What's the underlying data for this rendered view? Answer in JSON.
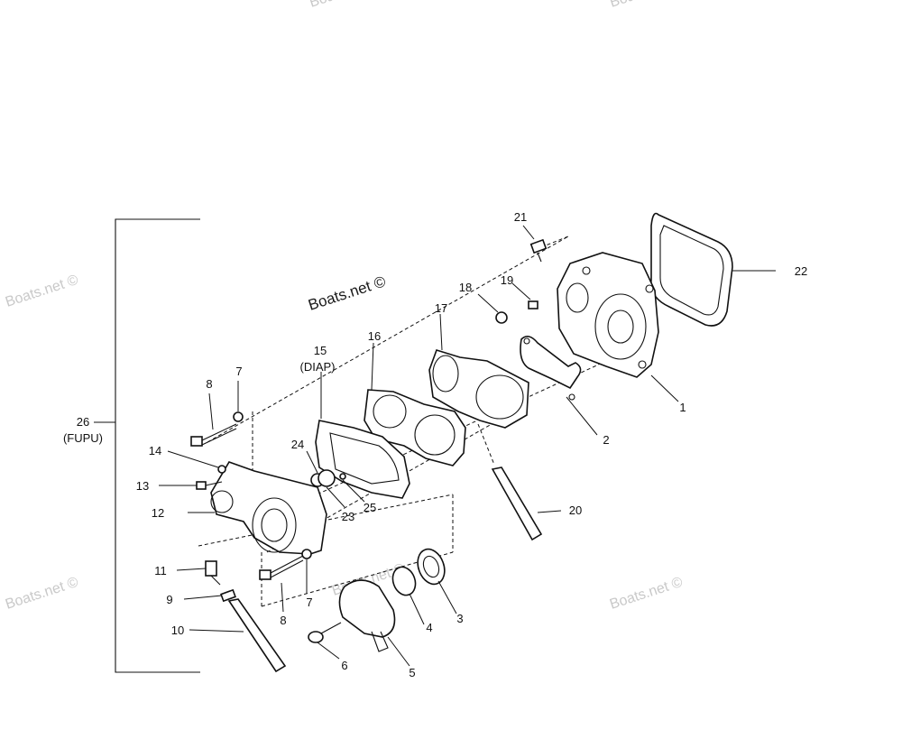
{
  "watermarks": {
    "main": "Boats.net ©",
    "faint": "Boats.net ©"
  },
  "assembly": {
    "number": "26",
    "code": "(FUPU)"
  },
  "callouts": {
    "p1": "1",
    "p2": "2",
    "p3": "3",
    "p4": "4",
    "p5": "5",
    "p6": "6",
    "p7a": "7",
    "p7b": "7",
    "p8a": "8",
    "p8b": "8",
    "p9": "9",
    "p10": "10",
    "p11": "11",
    "p12": "12",
    "p13": "13",
    "p14": "14",
    "p15": "15",
    "p15_code": "(DIAP)",
    "p16": "16",
    "p17": "17",
    "p18": "18",
    "p19": "19",
    "p20": "20",
    "p21": "21",
    "p22": "22",
    "p23": "23",
    "p24": "24",
    "p25": "25"
  }
}
